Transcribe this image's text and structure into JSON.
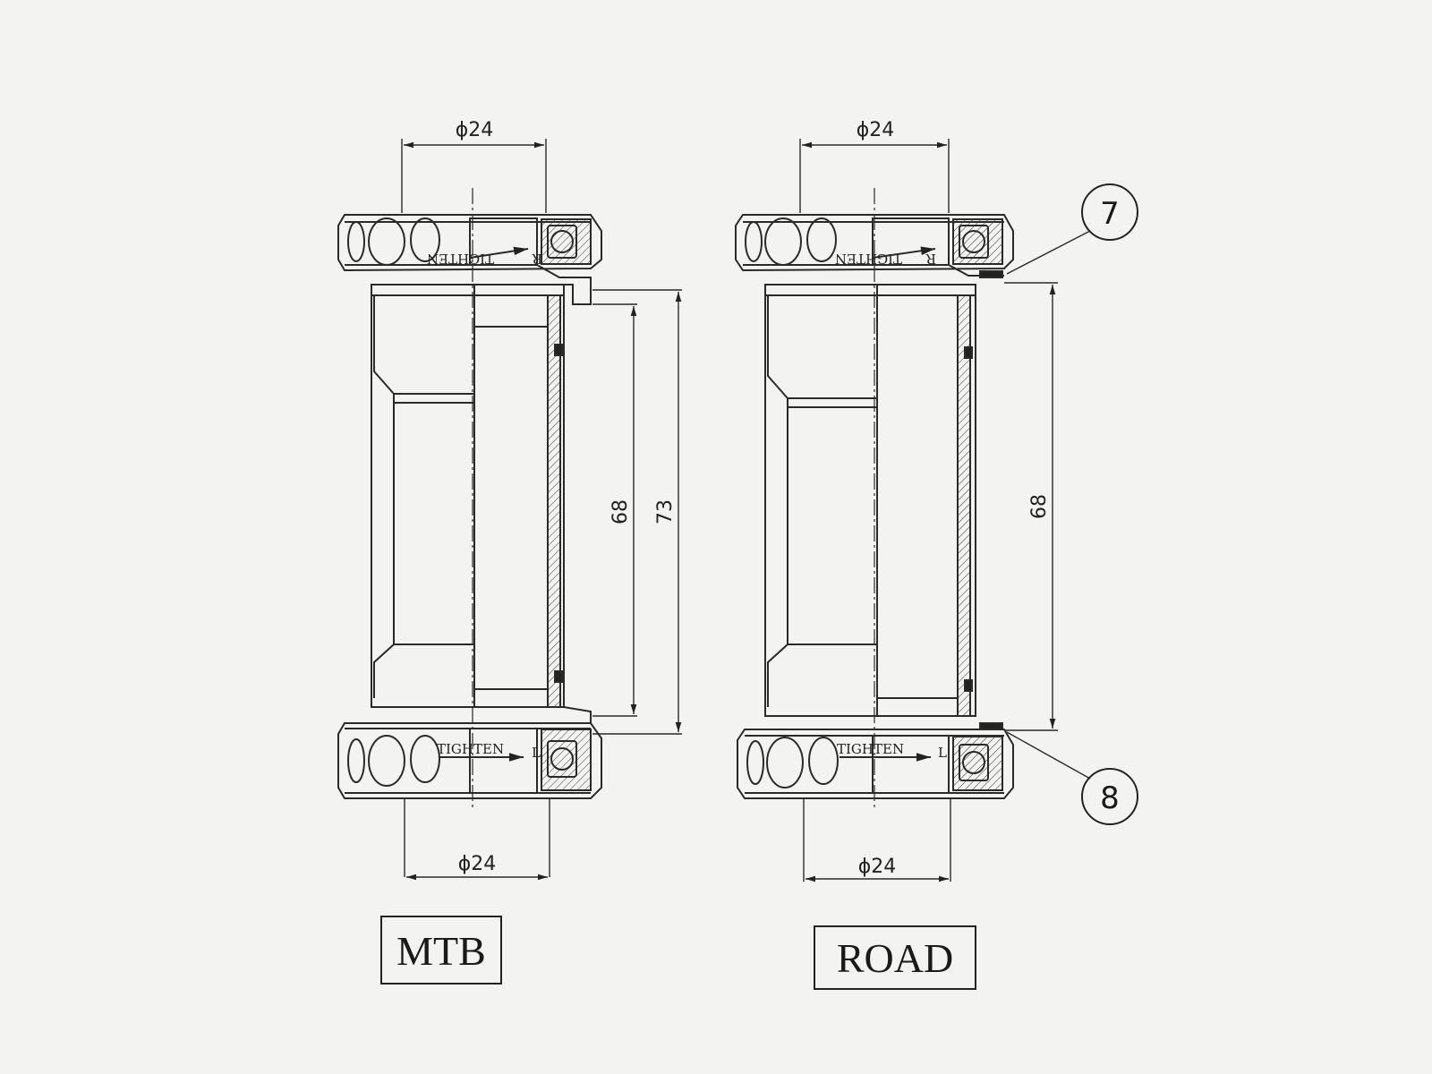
{
  "mtb": {
    "label": "MTB",
    "top_diameter": "ϕ24",
    "bottom_diameter": "ϕ24",
    "shell_width": "68",
    "overall_width": "73",
    "top_side": "R",
    "bottom_side": "L",
    "tighten": "TIGHTEN"
  },
  "road": {
    "label": "ROAD",
    "top_diameter": "ϕ24",
    "bottom_diameter": "ϕ24",
    "shell_width": "68",
    "top_side": "R",
    "bottom_side": "L",
    "tighten": "TIGHTEN",
    "callout_top": "7",
    "callout_bottom": "8"
  },
  "colors": {
    "line": "#2a2a2a",
    "paper": "#f3f3f1"
  }
}
